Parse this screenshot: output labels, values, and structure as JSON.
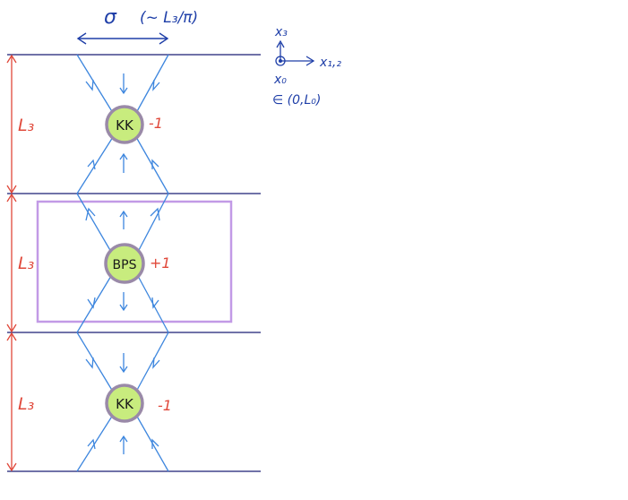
{
  "width_label": {
    "symbol": "σ",
    "note": "(~ L₃/π)"
  },
  "slab_label": "L₃",
  "vertices": [
    {
      "name": "KK",
      "charge": "-1"
    },
    {
      "name": "BPS",
      "charge": "+1"
    },
    {
      "name": "KK",
      "charge": "-1"
    }
  ],
  "axes": {
    "x3": "x₃",
    "x12": "x₁,₂",
    "x0": "x₀",
    "range": "∈ (0,L₀)"
  },
  "colors": {
    "flux_lines": "#3d86de",
    "slab_lines": "#1b1f73",
    "lengths": "#e0483a",
    "vertex_fill": "#c8ec7e",
    "vertex_border": "#9a8aa8",
    "box": "#c29ae6",
    "labels": "#1f3fa8"
  }
}
